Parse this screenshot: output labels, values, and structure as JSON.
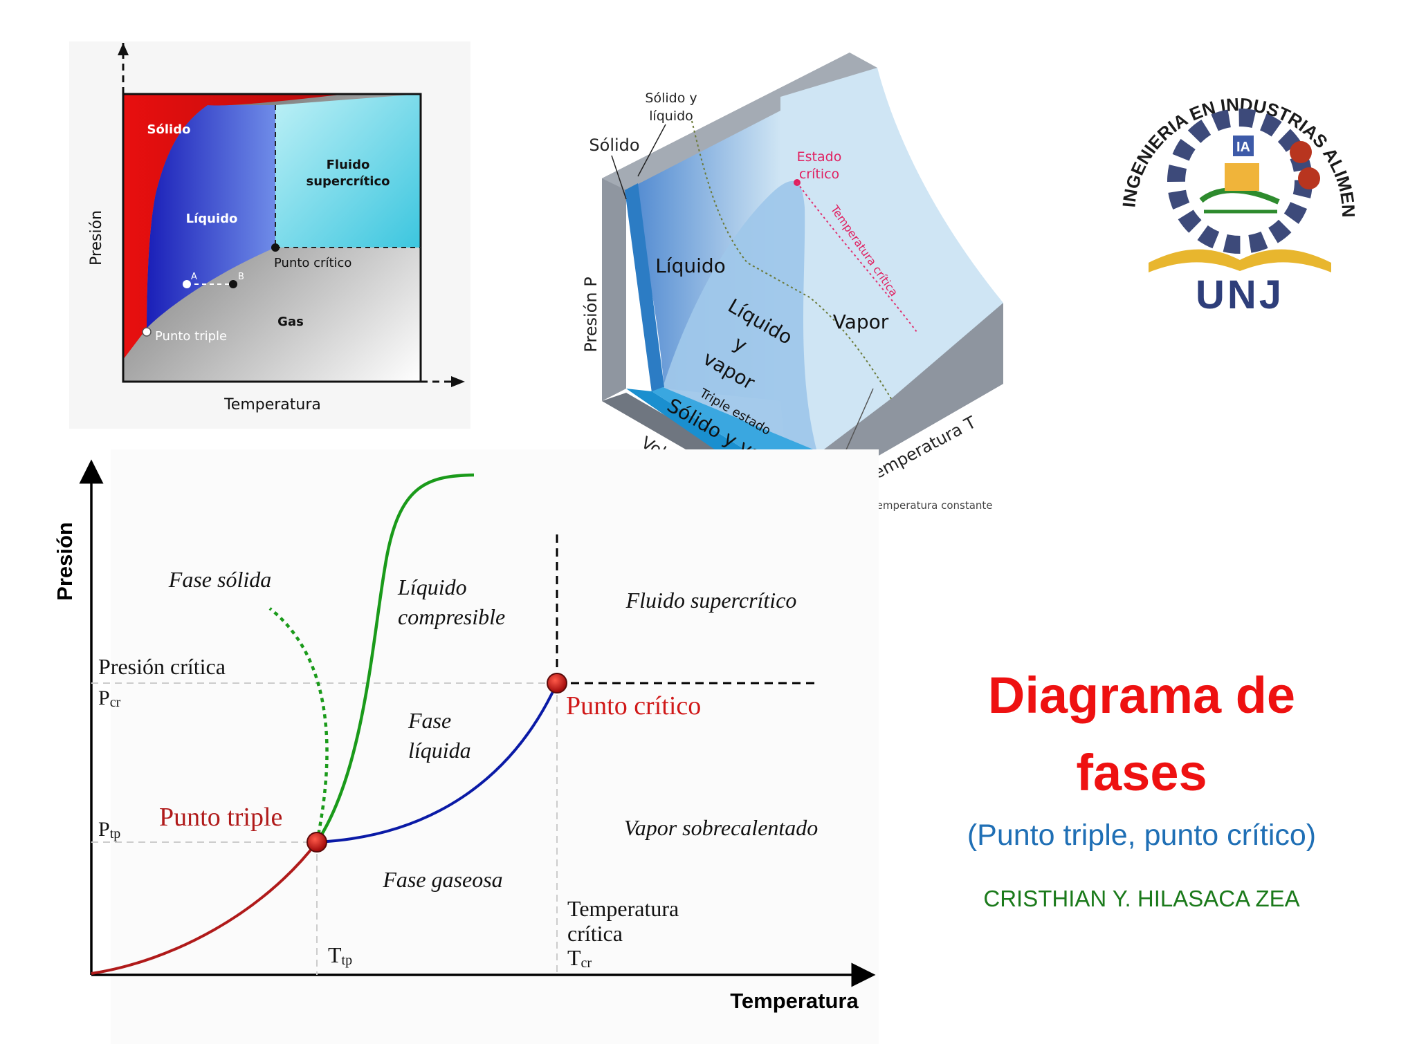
{
  "slide": {
    "title": "Diagrama de fases",
    "subtitle": "(Punto triple, punto crítico)",
    "author": "CRISTHIAN Y. HILASACA ZEA"
  },
  "diagram1": {
    "region_solid": "Sólido",
    "region_liquid": "Líquido",
    "region_supercritical_1": "Fluido",
    "region_supercritical_2": "supercrítico",
    "region_gas": "Gas",
    "critical_point": "Punto crítico",
    "triple_point": "Punto triple",
    "point_a": "A",
    "point_b": "B",
    "y_axis": "Presión",
    "x_axis": "Temperatura",
    "colors": {
      "solid": "#e31b1b",
      "liquid": "#1a2fcf",
      "supercritical": "#5fd4e6",
      "gas": "#9a9a9a"
    }
  },
  "diagram2": {
    "solid_liquid_1": "Sólido y",
    "solid_liquid_2": "líquido",
    "solid": "Sólido",
    "critical_state_1": "Estado",
    "critical_state_2": "crítico",
    "critical_temp": "Temperatura crítica",
    "liquid": "Líquido",
    "liquid_vapor_1": "Líquido",
    "liquid_vapor_2": "y",
    "liquid_vapor_3": "vapor",
    "vapor": "Vapor",
    "triple_state": "Triple estado",
    "solid_vapor": "Sólido y vapor",
    "pressure_axis": "Presión P",
    "volume_axis": "Volumen v",
    "temperature_axis": "Temperatura T",
    "isotherm": "Línea de temperatura constante"
  },
  "logo": {
    "ring_text": "INGENIERIA EN INDUSTRIAS ALIMENTARIAS",
    "badge": "UNJ",
    "letter": "IA"
  },
  "diagram3": {
    "y_axis": "Presión",
    "x_axis": "Temperatura",
    "solid_phase": "Fase sólida",
    "compressible_liquid_1": "Líquido",
    "compressible_liquid_2": "compresible",
    "supercritical": "Fluido supercrítico",
    "critical_pressure": "Presión crítica",
    "pcr_main": "P",
    "pcr_sub": "cr",
    "critical_point": "Punto crítico",
    "liquid_phase_1": "Fase",
    "liquid_phase_2": "líquida",
    "triple_point": "Punto triple",
    "ptp_main": "P",
    "ptp_sub": "tp",
    "superheated_vapor": "Vapor sobrecalentado",
    "gas_phase": "Fase gaseosa",
    "critical_temp_1": "Temperatura",
    "critical_temp_2": "crítica",
    "tcr_main": "T",
    "tcr_sub": "cr",
    "ttp_main": "T",
    "ttp_sub": "tp",
    "colors": {
      "sublimation": "#b01a1a",
      "vaporization": "#0a1aa6",
      "fusion": "#1a9a1a",
      "critical_text": "#d01818"
    }
  }
}
